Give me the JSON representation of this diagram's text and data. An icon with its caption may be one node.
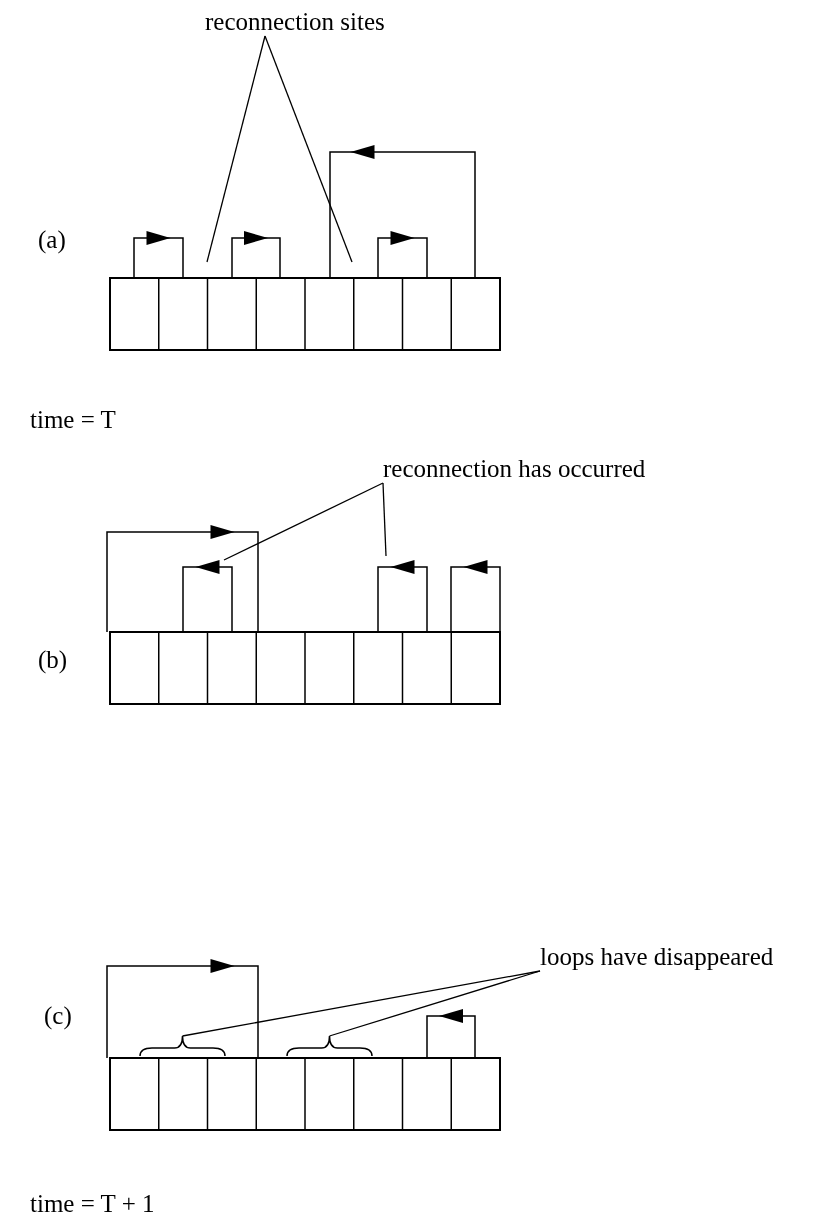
{
  "diagram": {
    "nodes": [
      {
        "text": [
          "reconnection sites"
        ]
      },
      {
        "text": [
          "reconnection has occurred"
        ]
      },
      {
        "text": [
          "loops have disappeared"
        ]
      },
      {
        "text": [],
        "shape": "brace"
      },
      {
        "text": [],
        "shape": "brace"
      }
    ],
    "edges": [
      {
        "from": 0,
        "to": null,
        "arrow": "none"
      },
      {
        "from": 0,
        "to": null,
        "arrow": "none"
      },
      {
        "from": 1,
        "to": null,
        "arrow": "none"
      },
      {
        "from": 1,
        "to": null,
        "arrow": "none"
      },
      {
        "from": 2,
        "to": 3,
        "arrow": "none"
      },
      {
        "from": 2,
        "to": 4,
        "arrow": "none"
      }
    ],
    "labels": [
      "(a)",
      "time = T",
      "(b)",
      "(c)",
      "time = T + 1"
    ]
  }
}
